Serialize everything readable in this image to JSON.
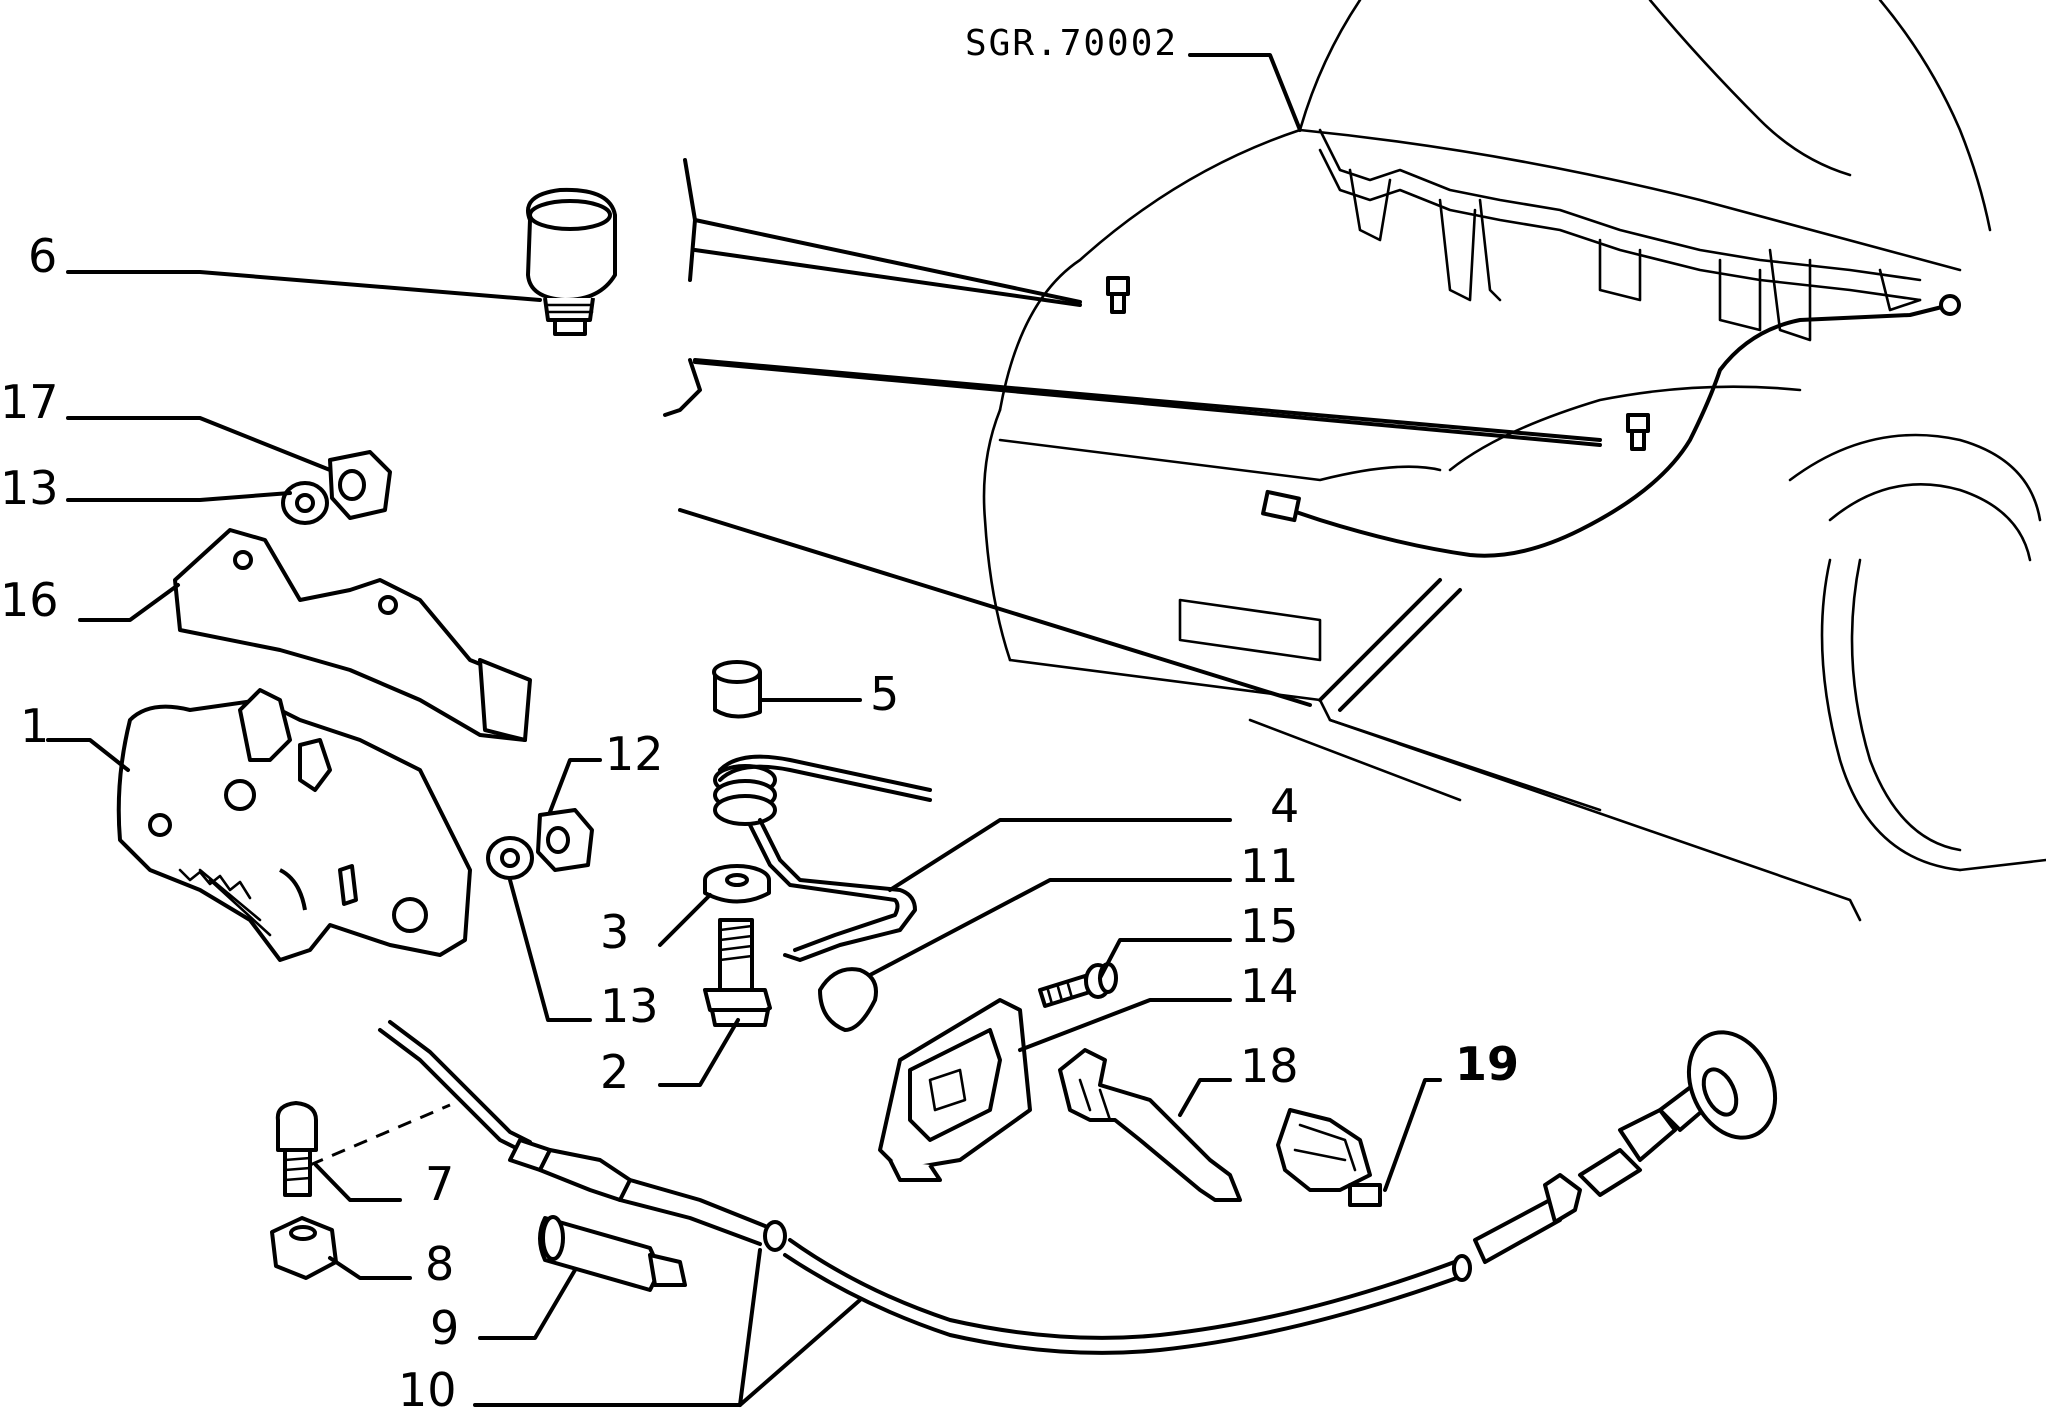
{
  "diagram": {
    "drawing_code": "SGR.70002",
    "callouts": [
      {
        "id": "c6",
        "label": "6"
      },
      {
        "id": "c17",
        "label": "17"
      },
      {
        "id": "c13a",
        "label": "13"
      },
      {
        "id": "c16",
        "label": "16"
      },
      {
        "id": "c1",
        "label": "1"
      },
      {
        "id": "c5",
        "label": "5"
      },
      {
        "id": "c12",
        "label": "12"
      },
      {
        "id": "c4",
        "label": "4"
      },
      {
        "id": "c11",
        "label": "11"
      },
      {
        "id": "c15",
        "label": "15"
      },
      {
        "id": "c3",
        "label": "3"
      },
      {
        "id": "c13b",
        "label": "13"
      },
      {
        "id": "c14",
        "label": "14"
      },
      {
        "id": "c2",
        "label": "2"
      },
      {
        "id": "c18",
        "label": "18"
      },
      {
        "id": "c19",
        "label": "19"
      },
      {
        "id": "c7",
        "label": "7"
      },
      {
        "id": "c8",
        "label": "8"
      },
      {
        "id": "c9",
        "label": "9"
      },
      {
        "id": "c10",
        "label": "10"
      }
    ]
  }
}
